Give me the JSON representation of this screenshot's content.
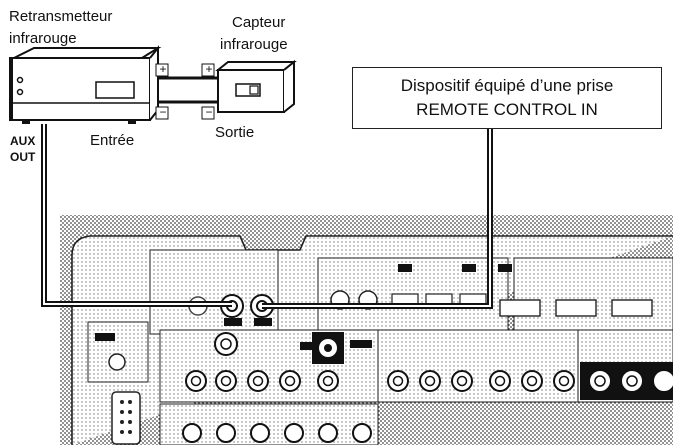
{
  "labels": {
    "retransmitter_line1": "Retransmetteur",
    "retransmitter_line2": "infrarouge",
    "sensor_line1": "Capteur",
    "sensor_line2": "infrarouge",
    "input": "Entrée",
    "output": "Sortie",
    "aux_out_line1": "AUX",
    "aux_out_line2": "OUT",
    "plus": "+",
    "minus": "−"
  },
  "callout": {
    "line1": "Dispositif équipé d’une prise",
    "line2": "REMOTE CONTROL IN"
  }
}
